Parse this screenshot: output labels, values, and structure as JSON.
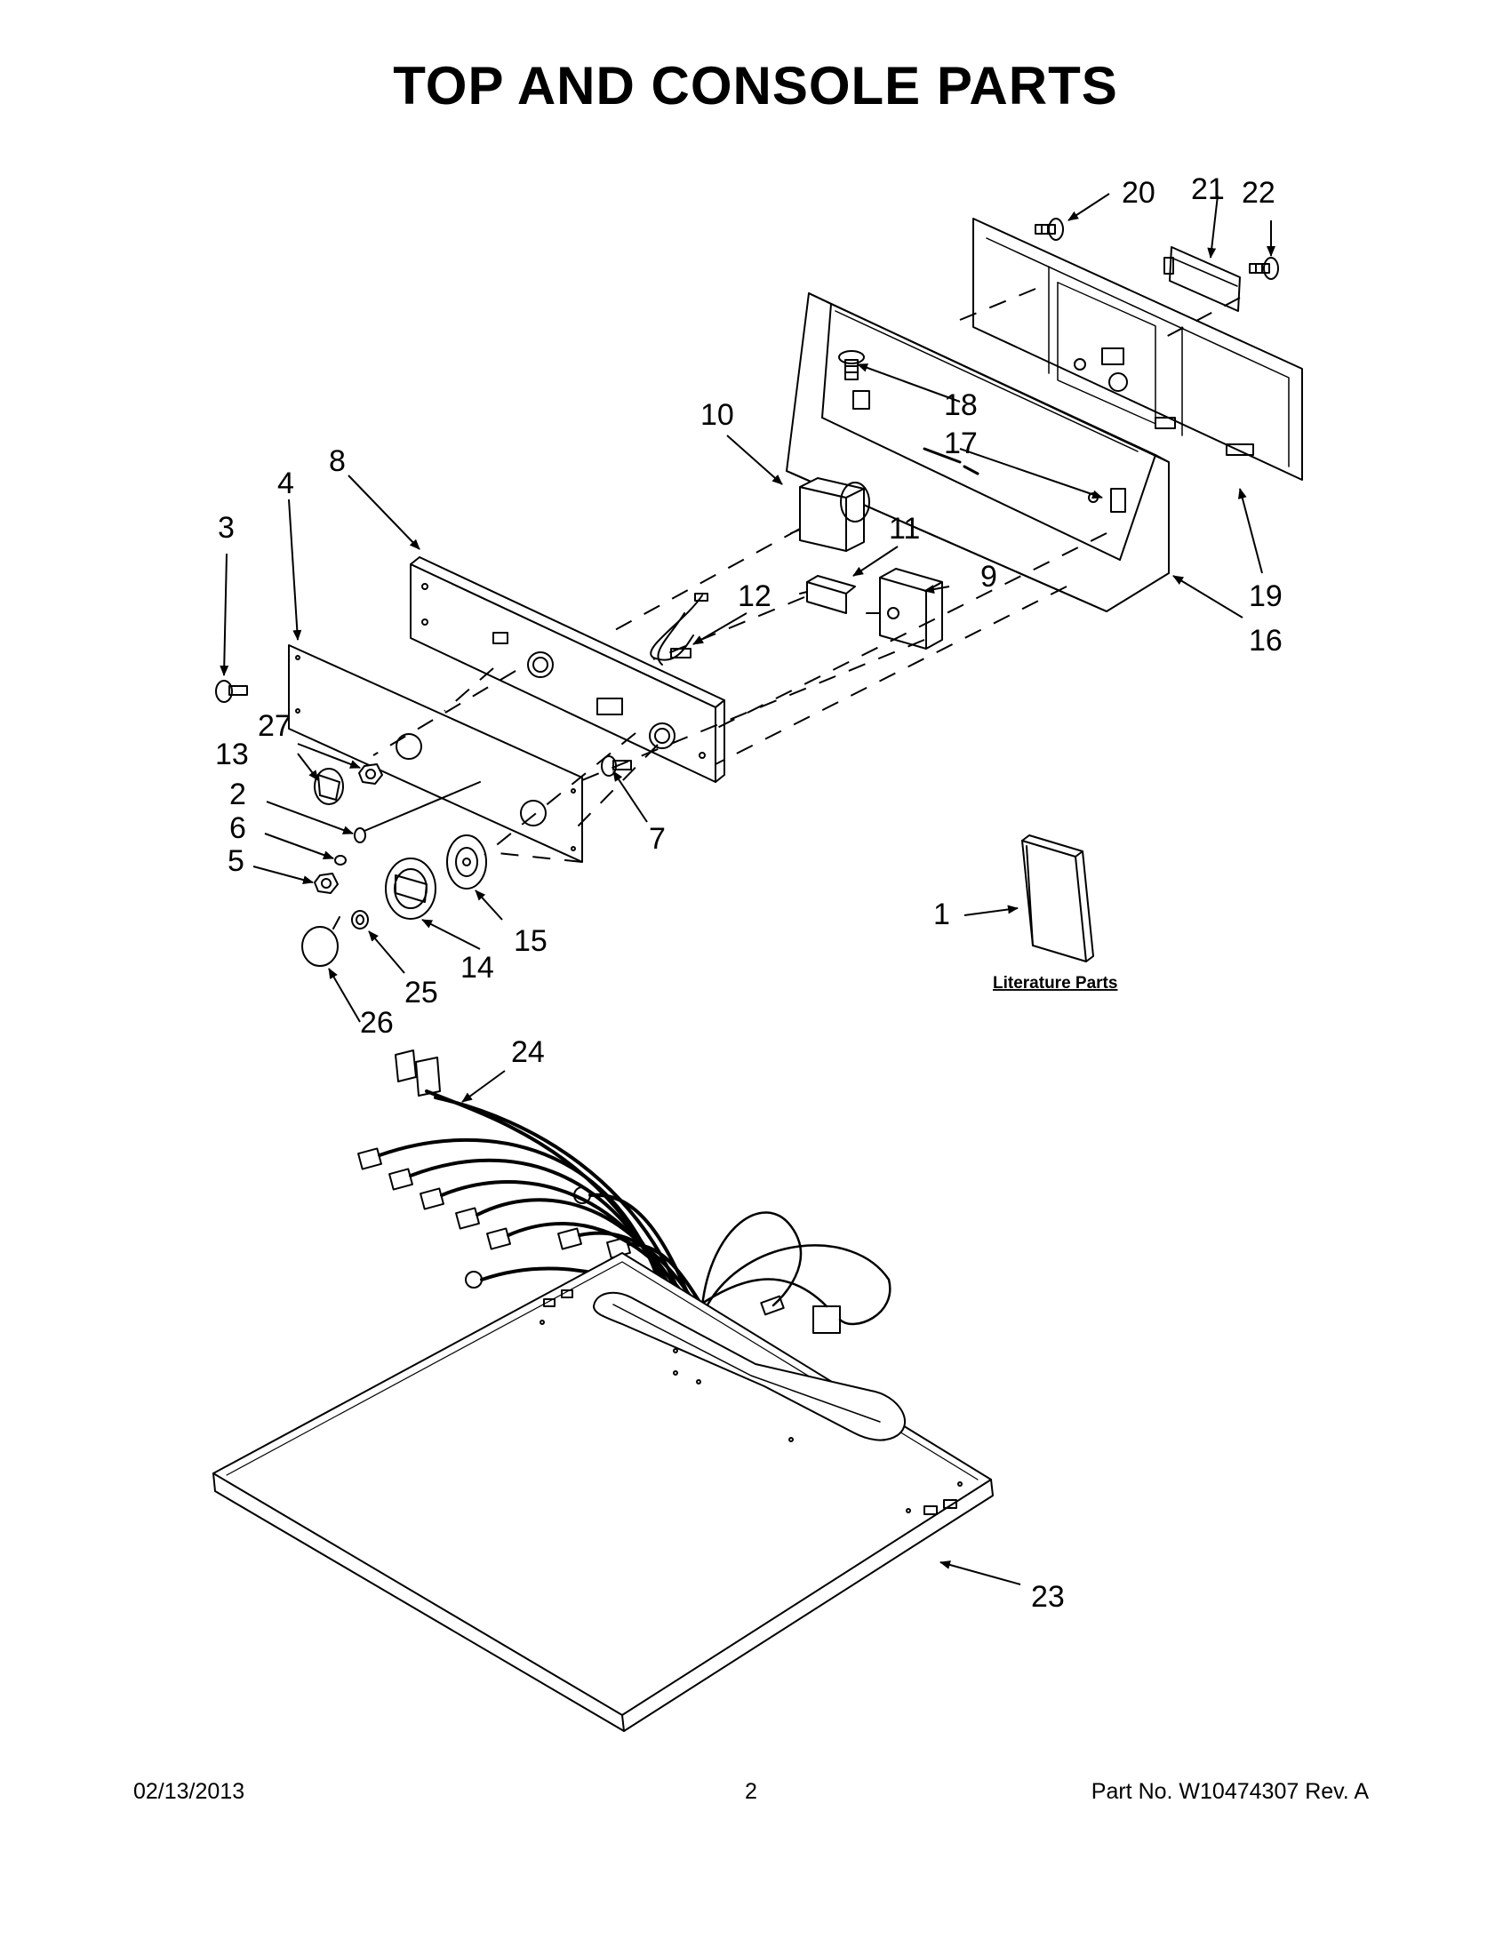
{
  "title": "TOP AND CONSOLE PARTS",
  "literature_label": "Literature Parts",
  "callouts": [
    "1",
    "2",
    "3",
    "4",
    "5",
    "6",
    "7",
    "8",
    "9",
    "10",
    "11",
    "12",
    "13",
    "14",
    "15",
    "16",
    "17",
    "18",
    "19",
    "20",
    "21",
    "22",
    "23",
    "24",
    "25",
    "26",
    "27"
  ],
  "footer": {
    "date": "02/13/2013",
    "page_number": "2",
    "part_number": "Part No.  W10474307  Rev.  A"
  }
}
